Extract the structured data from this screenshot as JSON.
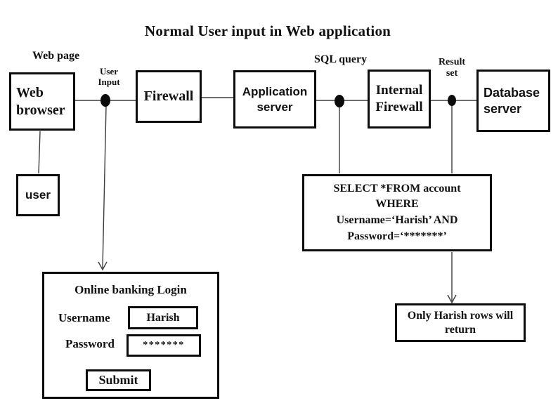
{
  "title": "Normal User input in Web application",
  "colors": {
    "ink": "#0c0c0c",
    "wire": "#3d3d3d",
    "background": "#ffffff"
  },
  "labels": {
    "web_page": "Web page",
    "user_input_line1": "User",
    "user_input_line2": "Input",
    "sql_query": "SQL query",
    "result_set_line1": "Result",
    "result_set_line2": "set"
  },
  "nodes": {
    "web_browser_line1": "Web",
    "web_browser_line2": "browser",
    "firewall": "Firewall",
    "application_server_line1": "Application",
    "application_server_line2": "server",
    "internal_firewall_line1": "Internal",
    "internal_firewall_line2": "Firewall",
    "database_server_line1": "Database",
    "database_server_line2": "server",
    "user": "user"
  },
  "sql_box": {
    "line1": "SELECT *FROM account",
    "line2": "WHERE",
    "line3": "Username=‘Harish’ AND",
    "line4": "Password=‘*******’"
  },
  "result_box": {
    "text": "Only Harish rows will return"
  },
  "login_form": {
    "title": "Online banking Login",
    "username_label": "Username",
    "username_value": "Harish",
    "password_label": "Password",
    "password_value": "*******",
    "submit_label": "Submit"
  }
}
